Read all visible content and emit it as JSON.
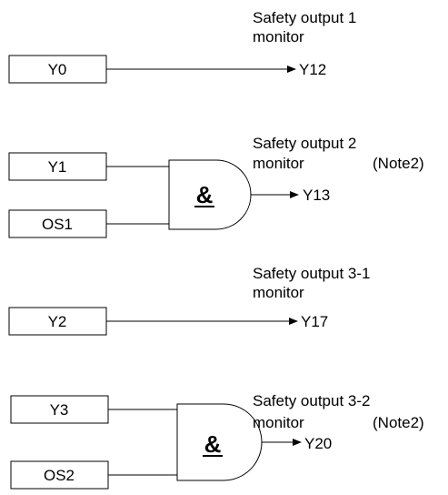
{
  "diagram": {
    "circuits": [
      {
        "inputs": [
          "Y0"
        ],
        "gate": "",
        "output": "Y12",
        "label_line1": "Safety output 1",
        "label_line2": "monitor",
        "note": ""
      },
      {
        "inputs": [
          "Y1",
          "OS1"
        ],
        "gate": "&",
        "output": "Y13",
        "label_line1": "Safety output 2",
        "label_line2": "monitor",
        "note": "(Note2)"
      },
      {
        "inputs": [
          "Y2"
        ],
        "gate": "",
        "output": "Y17",
        "label_line1": "Safety output 3-1",
        "label_line2": "monitor",
        "note": ""
      },
      {
        "inputs": [
          "Y3",
          "OS2"
        ],
        "gate": "&",
        "output": "Y20",
        "label_line1": "Safety output 3-2",
        "label_line2": "monitor",
        "note": "(Note2)"
      }
    ]
  }
}
